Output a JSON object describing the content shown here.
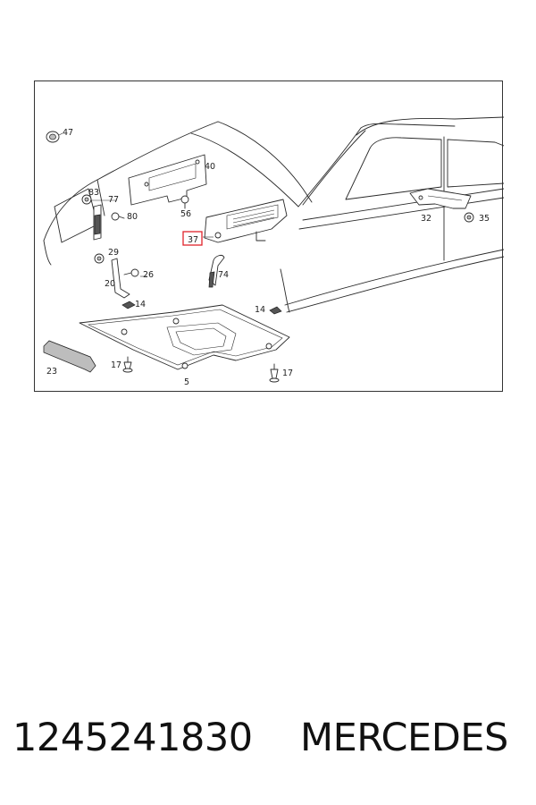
{
  "diagram": {
    "callouts": [
      {
        "id": "c47",
        "text": "47"
      },
      {
        "id": "c40",
        "text": "40"
      },
      {
        "id": "c83",
        "text": "83"
      },
      {
        "id": "c77",
        "text": "77"
      },
      {
        "id": "c80",
        "text": "80"
      },
      {
        "id": "c56",
        "text": "56"
      },
      {
        "id": "c37",
        "text": "37",
        "highlighted": true
      },
      {
        "id": "c29",
        "text": "29"
      },
      {
        "id": "c26",
        "text": "26"
      },
      {
        "id": "c20",
        "text": "20"
      },
      {
        "id": "c74",
        "text": "74"
      },
      {
        "id": "c14a",
        "text": "14"
      },
      {
        "id": "c14b",
        "text": "14"
      },
      {
        "id": "c32",
        "text": "32"
      },
      {
        "id": "c35",
        "text": "35"
      },
      {
        "id": "c23",
        "text": "23"
      },
      {
        "id": "c17a",
        "text": "17"
      },
      {
        "id": "c5",
        "text": "5"
      },
      {
        "id": "c17b",
        "text": "17"
      }
    ],
    "highlight_color": "#e0242b"
  },
  "caption": {
    "part_number": "1245241830",
    "brand": "MERCEDES"
  }
}
